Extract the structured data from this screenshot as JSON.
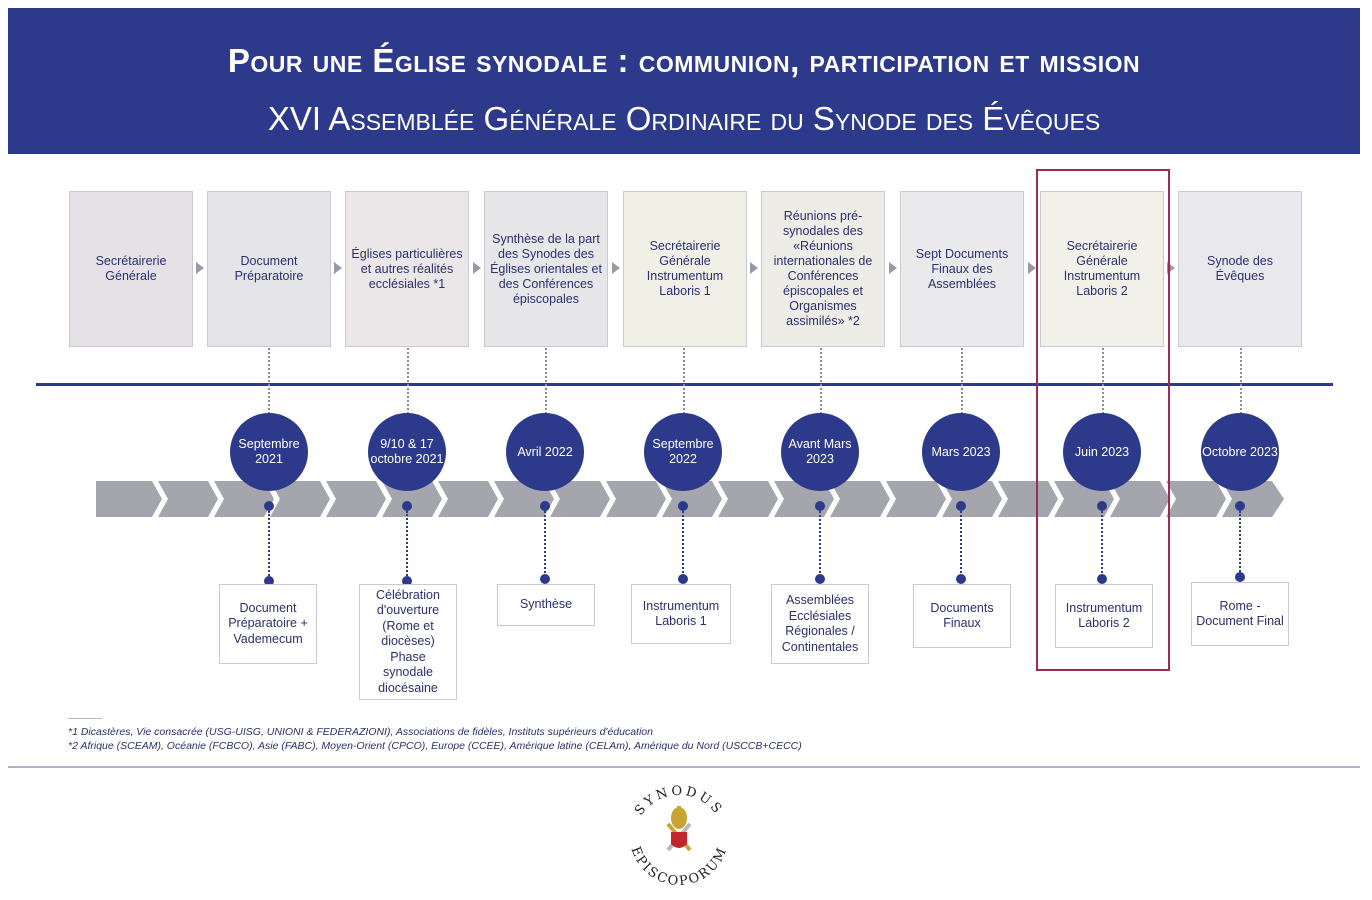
{
  "header": {
    "title": "Pour une Église synodale : communion, participation et mission",
    "subtitle": "XVI Assemblée Générale Ordinaire du Synode des Évêques"
  },
  "steps": [
    {
      "label": "Secrétairerie Générale"
    },
    {
      "label": "Document Préparatoire"
    },
    {
      "label": "Églises particulières et autres réalités ecclésiales *1"
    },
    {
      "label": "Synthèse de la part des Synodes des Églises orientales et des Conférences épiscopales"
    },
    {
      "label": "Secrétairerie Générale Instrumentum Laboris 1"
    },
    {
      "label": "Réunions pré-synodales des «Réunions internationales de Conférences épiscopales et Organismes assimilés» *2"
    },
    {
      "label": "Sept Documents Finaux des Assemblées"
    },
    {
      "label": "Secrétairerie Générale Instrumentum Laboris 2"
    },
    {
      "label": "Synode des Évêques"
    }
  ],
  "milestones": [
    {
      "date": "Septembre 2021",
      "output": "Document Préparatoire + Vademecum"
    },
    {
      "date": "9/10 & 17 octobre 2021",
      "output": "Célébration d'ouverture (Rome et diocèses) Phase synodale diocésaine"
    },
    {
      "date": "Avril 2022",
      "output": "Synthèse"
    },
    {
      "date": "Septembre 2022",
      "output": "Instrumentum Laboris 1"
    },
    {
      "date": "Avant Mars 2023",
      "output": "Assemblées Ecclésiales Régionales / Continentales"
    },
    {
      "date": "Mars 2023",
      "output": "Documents Finaux"
    },
    {
      "date": "Juin 2023",
      "output": "Instrumentum Laboris 2"
    },
    {
      "date": "Octobre 2023",
      "output": "Rome - Document Final"
    }
  ],
  "footnotes": [
    "*1 Dicastères, Vie consacrée (USG-UISG, UNIONI & FEDERAZIONI), Associations de fidèles, Instituts supérieurs d'éducation",
    "*2 Afrique (SCEAM), Océanie (FCBCO), Asie (FABC), Moyen-Orient (CPCO), Europe (CCEE), Amérique latine (CELAm), Amérique du Nord (USCCB+CECC)"
  ],
  "logo": {
    "top_text": "SYNODUS",
    "bottom_text": "EPISCOPORUM"
  },
  "colors": {
    "navy": "#2d3a8c",
    "highlight": "#9c2a55",
    "chevron": "#a5a5ad"
  },
  "highlighted_milestone": "Juin 2023"
}
